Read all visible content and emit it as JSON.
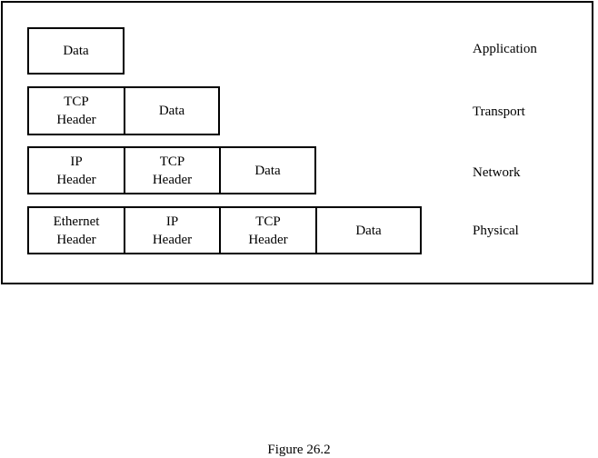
{
  "layers": [
    {
      "label": "Application",
      "cells": [
        "Data"
      ]
    },
    {
      "label": "Transport",
      "cells": [
        "TCP\nHeader",
        "Data"
      ]
    },
    {
      "label": "Network",
      "cells": [
        "IP\nHeader",
        "TCP\nHeader",
        "Data"
      ]
    },
    {
      "label": "Physical",
      "cells": [
        "Ethernet\nHeader",
        "IP\nHeader",
        "TCP\nHeader",
        "Data"
      ]
    }
  ],
  "caption": "Figure 26.2"
}
